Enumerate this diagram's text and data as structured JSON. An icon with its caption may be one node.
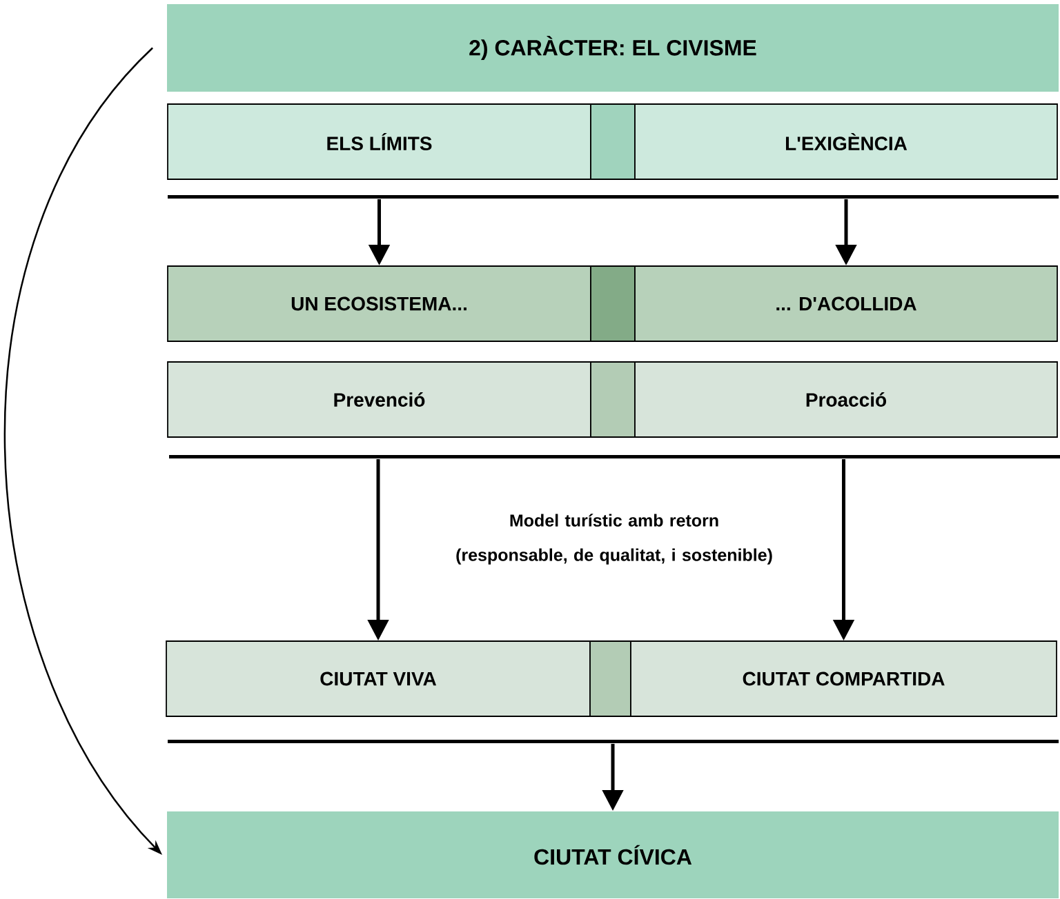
{
  "diagram": {
    "nodes": [
      {
        "text": [
          "2) CARÀCTER: EL CIVISME"
        ]
      },
      {
        "text": [
          "ELS LÍMITS"
        ]
      },
      {
        "text": [],
        "shape": "box"
      },
      {
        "text": [
          "L'EXIGÈNCIA"
        ]
      },
      {
        "text": [],
        "shape": "bar"
      },
      {
        "text": [
          "UN ECOSISTEMA..."
        ]
      },
      {
        "text": [],
        "shape": "box"
      },
      {
        "text": [
          "... D'ACOLLIDA"
        ]
      },
      {
        "text": [
          "Prevenció"
        ]
      },
      {
        "text": [],
        "shape": "box"
      },
      {
        "text": [
          "Proacció"
        ]
      },
      {
        "text": [],
        "shape": "bar"
      },
      {
        "text": [
          "CIUTAT VIVA"
        ]
      },
      {
        "text": [],
        "shape": "box"
      },
      {
        "text": [
          "CIUTAT COMPARTIDA"
        ]
      },
      {
        "text": [],
        "shape": "bar"
      },
      {
        "text": [
          "CIUTAT CÍVICA"
        ]
      }
    ],
    "edges": [
      {
        "from": 4,
        "to": 5,
        "arrow": "to"
      },
      {
        "from": 4,
        "to": 7,
        "arrow": "to"
      },
      {
        "from": 11,
        "to": 12,
        "arrow": "to"
      },
      {
        "from": 11,
        "to": 14,
        "arrow": "to"
      },
      {
        "from": 15,
        "to": 16,
        "arrow": "to"
      },
      {
        "from": 0,
        "to": 16,
        "arrow": "to"
      }
    ],
    "labels": [
      "Model turístic amb retorn (responsable, de qualitat, i sostenible)"
    ]
  }
}
